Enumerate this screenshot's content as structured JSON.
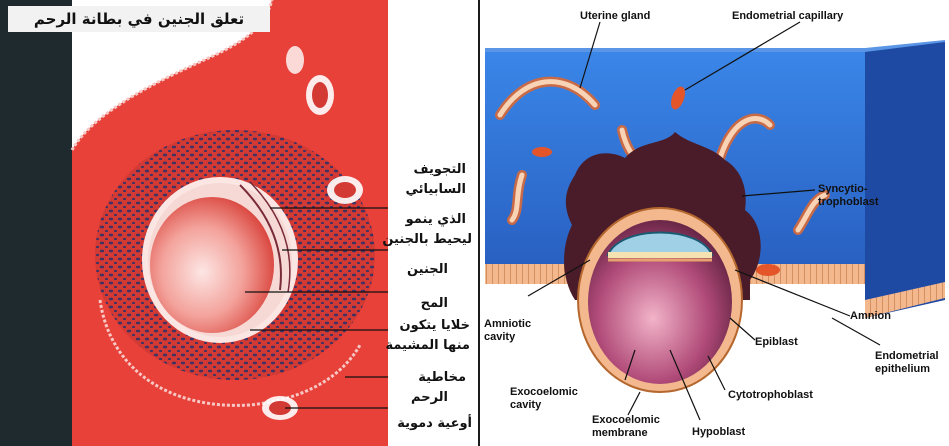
{
  "left_panel": {
    "title": "تعلق الجنين في بطانة الرحم",
    "labels": [
      "التجويف",
      "السابيائي",
      "الذي ينمو",
      "ليحيط بالجنين",
      "الجنين",
      "المح",
      "خلايا يتكون",
      "منها المشيمة",
      "مخاطية",
      "الرحم",
      "أوعية دموية"
    ]
  },
  "right_panel": {
    "labels": {
      "uterine_gland": "Uterine gland",
      "endometrial_capillary": "Endometrial capillary",
      "syncytio_1": "Syncytio-",
      "syncytio_2": "trophoblast",
      "amnion": "Amnion",
      "amniotic_1": "Amniotic",
      "amniotic_2": "cavity",
      "endometrial_ep_1": "Endometrial",
      "endometrial_ep_2": "epithelium",
      "epiblast": "Epiblast",
      "exocoelomic_cavity_1": "Exocoelomic",
      "exocoelomic_cavity_2": "cavity",
      "cytotrophoblast": "Cytotrophoblast",
      "exocoelomic_membrane_1": "Exocoelomic",
      "exocoelomic_membrane_2": "membrane",
      "hypoblast": "Hypoblast"
    }
  },
  "colors": {
    "uterine_red": "#e8413a",
    "dark_band": "#1f2a2e",
    "tissue_blue": "#2f6ed3",
    "syncytio_dark": "#4a1c2a",
    "yolk_pink": "#f4aaa4"
  }
}
